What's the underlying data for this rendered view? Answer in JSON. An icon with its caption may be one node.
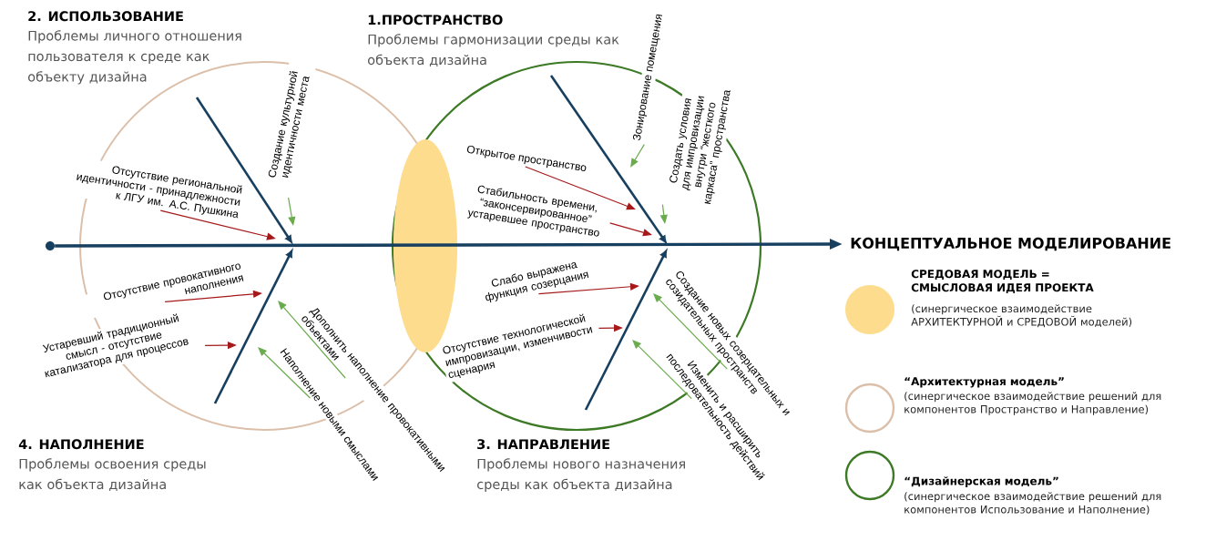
{
  "diagram": {
    "nodes": [
      {
        "text": [],
        "shape": "circle"
      },
      {
        "text": [
          "КОНЦЕПТУАЛЬНОЕ МОДЕЛИРОВАНИЕ"
        ]
      },
      {
        "text": [
          "Отсутствие региональной идентичности - принадлежности к ЛГУ им. А.С. Пушкина"
        ]
      },
      {
        "text": [
          "Создание культурной идентичности места"
        ]
      },
      {
        "text": [
          "Открытое пространство"
        ]
      },
      {
        "text": [
          "Стабильность времени, “законсервированное” устаревшее пространство"
        ]
      },
      {
        "text": [
          "Зонирование помещения"
        ]
      },
      {
        "text": [
          "Создать условия для импровизации внутри “жесткого каркаса” пространства"
        ]
      },
      {
        "text": [
          "Отсутствие провокативного наполнения"
        ]
      },
      {
        "text": [
          "Устаревший традиционный смысл - отсутствие катализатора для процессов"
        ]
      },
      {
        "text": [
          "Дополнить наполнение провокативными объектами"
        ]
      },
      {
        "text": [
          "Наполнение новыми смыслами"
        ]
      },
      {
        "text": [
          "Слабо выражена функция созерцания"
        ]
      },
      {
        "text": [
          "Отсутствие технологической импровизации, изменчивости сценария"
        ]
      },
      {
        "text": [
          "Создание новых созерцательных и созидательных пространств"
        ]
      },
      {
        "text": [
          "Изменить и расширить последовательность действий"
        ]
      }
    ],
    "edges": [
      {
        "from": 0,
        "to": 1,
        "arrow": "to",
        "style": "thick",
        "color": "#173f5f"
      },
      {
        "from": 2,
        "to": null,
        "arrow": "to",
        "color": "#a5191b"
      },
      {
        "from": 3,
        "to": null,
        "arrow": "to",
        "color": "#6aab4e"
      },
      {
        "from": 4,
        "to": null,
        "arrow": "to",
        "color": "#a5191b"
      },
      {
        "from": 5,
        "to": null,
        "arrow": "to",
        "color": "#a5191b"
      },
      {
        "from": 6,
        "to": null,
        "arrow": "to",
        "color": "#6aab4e"
      },
      {
        "from": 7,
        "to": null,
        "arrow": "to",
        "color": "#6aab4e"
      },
      {
        "from": 8,
        "to": null,
        "arrow": "to",
        "color": "#a5191b"
      },
      {
        "from": 9,
        "to": null,
        "arrow": "to",
        "color": "#a5191b"
      },
      {
        "from": 10,
        "to": null,
        "arrow": "to",
        "color": "#6aab4e"
      },
      {
        "from": 11,
        "to": null,
        "arrow": "to",
        "color": "#6aab4e"
      },
      {
        "from": 12,
        "to": null,
        "arrow": "to",
        "color": "#a5191b"
      },
      {
        "from": 13,
        "to": null,
        "arrow": "to",
        "color": "#a5191b"
      },
      {
        "from": 14,
        "to": null,
        "arrow": "to",
        "color": "#6aab4e"
      },
      {
        "from": 15,
        "to": null,
        "arrow": "to",
        "color": "#6aab4e"
      }
    ],
    "labels": [
      "2. ИСПОЛЬЗОВАНИЕ",
      "Проблемы личного отношения пользователя к среде как объекту дизайна",
      "1.ПРОСТРАНСТВО",
      "Проблемы гармонизации среды как объекта дизайна",
      "4. НАПОЛНЕНИЕ",
      "Проблемы освоения среды как объекта дизайна",
      "3. НАПРАВЛЕНИЕ",
      "Проблемы нового назначения среды как объекта дизайна",
      "(синергическое взаимодействие АРХИТЕКТУРНОЙ и СРЕДОВОЙ моделей)",
      "(синергическое взаимодействие решений для компонентов Пространство и Направление)",
      "(синергическое взаимодействие решений для компонентов Использование и Наполнение)"
    ],
    "legend": [
      {
        "text": "СРЕДОВАЯ МОДЕЛЬ = СМЫСЛОВАЯ ИДЕЯ ПРОЕКТА",
        "color": "#fddc8e"
      },
      {
        "text": "“Архитектурная модель”"
      },
      {
        "text": "“Дизайнерская модель”"
      }
    ]
  }
}
